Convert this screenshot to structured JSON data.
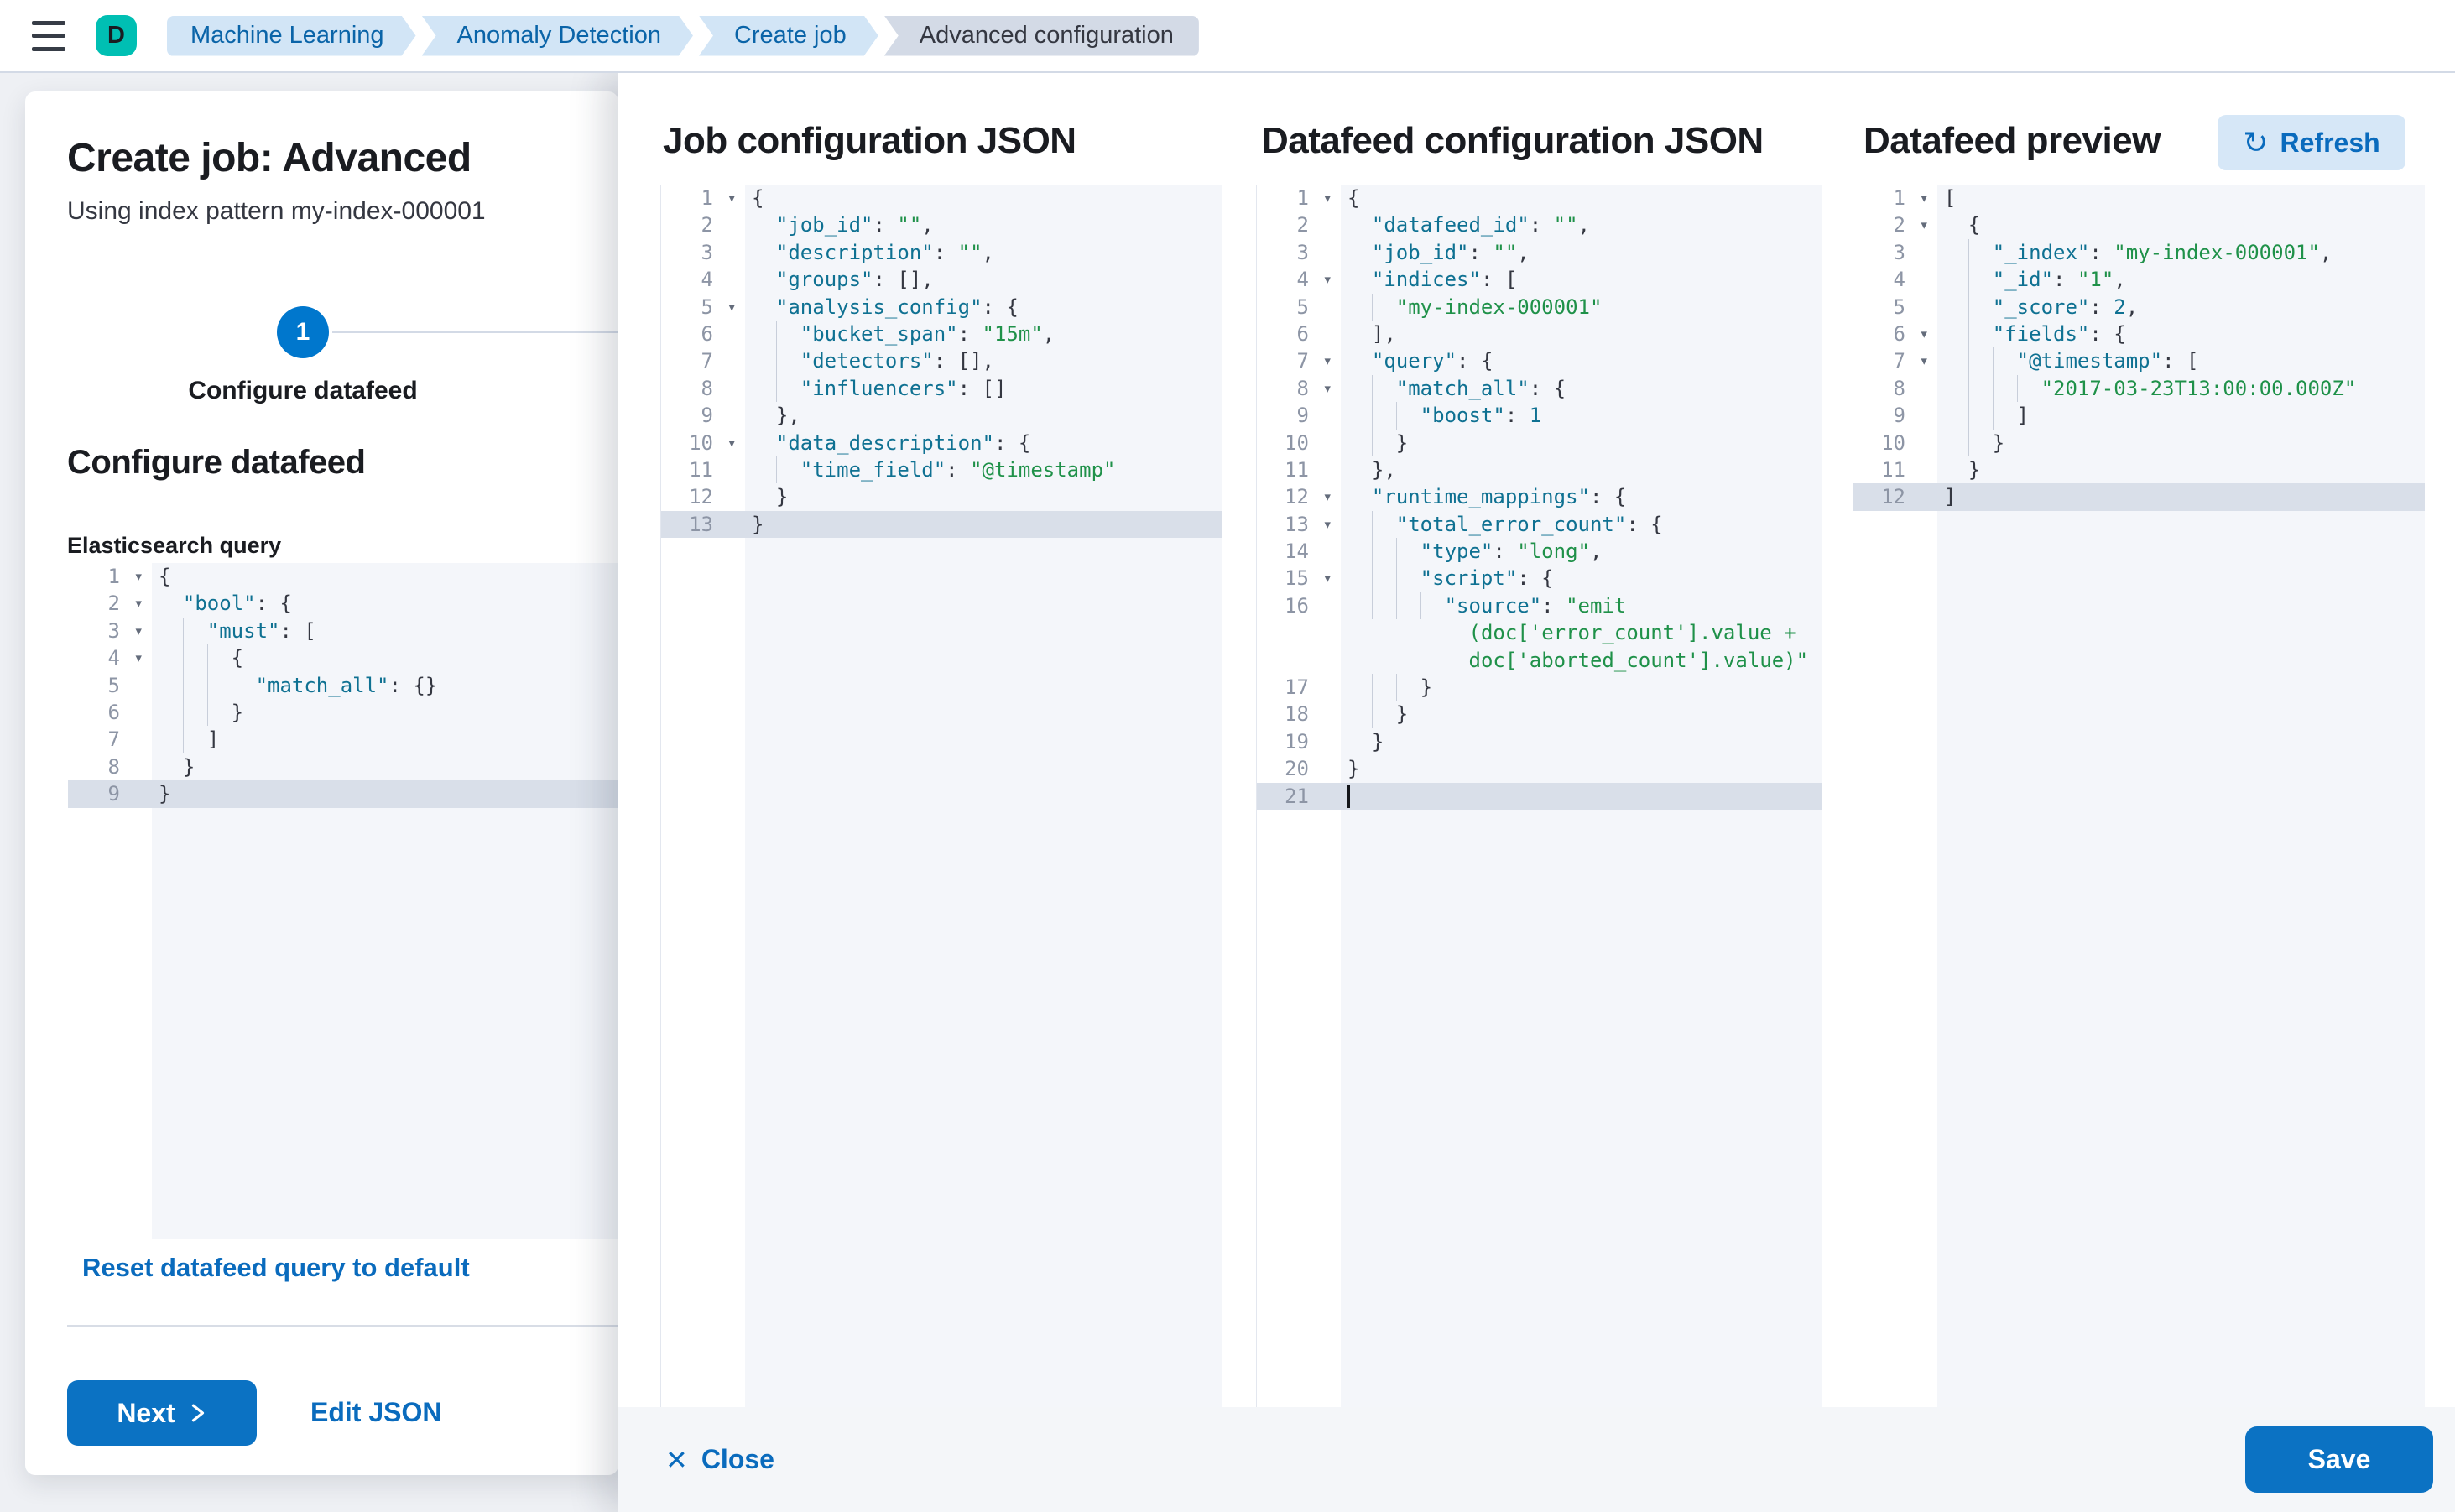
{
  "topbar": {
    "avatar": "D",
    "breadcrumbs": [
      {
        "label": "Machine Learning",
        "current": false
      },
      {
        "label": "Anomaly Detection",
        "current": false
      },
      {
        "label": "Create job",
        "current": false
      },
      {
        "label": "Advanced configuration",
        "current": true
      }
    ]
  },
  "wizard": {
    "title": "Create job: Advanced",
    "subtitle": "Using index pattern my-index-000001",
    "step_number": "1",
    "step_label": "Configure datafeed",
    "section_heading": "Configure datafeed",
    "query_label": "Elasticsearch query",
    "reset_link": "Reset datafeed query to default",
    "next_label": "Next",
    "edit_json_label": "Edit JSON"
  },
  "panels": {
    "job": {
      "title": "Job configuration JSON"
    },
    "datafeed": {
      "title": "Datafeed configuration JSON"
    },
    "preview": {
      "title": "Datafeed preview",
      "refresh_label": "Refresh"
    }
  },
  "footer": {
    "close_label": "Close",
    "save_label": "Save"
  },
  "icons": {
    "refresh": "↻",
    "close": "✕",
    "fold_arrow": "▾",
    "menu": "hamburger-menu",
    "next_chevron": "chevron-right"
  },
  "colors": {
    "accent_blue": "#0b72c3",
    "link_blue": "#0a6bbd",
    "step_circle": "#0077cd",
    "avatar_teal": "#00bfb3",
    "breadcrumb_bg": "#d2e5f6",
    "breadcrumb_current_bg": "#d3dae6",
    "editor_bg": "#f4f6fa",
    "active_line": "#d9dfe9",
    "code_key": "#0f7192",
    "code_string": "#1f9149",
    "code_number": "#0f7192",
    "code_punct": "#343741"
  },
  "editors": {
    "es_query": {
      "active": 9,
      "rows": [
        {
          "n": 1,
          "f": 1,
          "t": "{"
        },
        {
          "n": 2,
          "f": 1,
          "t": "  \"bool\": {"
        },
        {
          "n": 3,
          "f": 1,
          "t": "    \"must\": ["
        },
        {
          "n": 4,
          "f": 1,
          "t": "      {"
        },
        {
          "n": 5,
          "t": "        \"match_all\": {}"
        },
        {
          "n": 6,
          "t": "      }"
        },
        {
          "n": 7,
          "t": "    ]"
        },
        {
          "n": 8,
          "t": "  }"
        },
        {
          "n": 9,
          "t": "}"
        }
      ]
    },
    "job_config": {
      "active": 13,
      "rows": [
        {
          "n": 1,
          "f": 1,
          "t": "{"
        },
        {
          "n": 2,
          "t": "  \"job_id\": \"\","
        },
        {
          "n": 3,
          "t": "  \"description\": \"\","
        },
        {
          "n": 4,
          "t": "  \"groups\": [],"
        },
        {
          "n": 5,
          "f": 1,
          "t": "  \"analysis_config\": {"
        },
        {
          "n": 6,
          "t": "    \"bucket_span\": \"15m\","
        },
        {
          "n": 7,
          "t": "    \"detectors\": [],"
        },
        {
          "n": 8,
          "t": "    \"influencers\": []"
        },
        {
          "n": 9,
          "t": "  },"
        },
        {
          "n": 10,
          "f": 1,
          "t": "  \"data_description\": {"
        },
        {
          "n": 11,
          "t": "    \"time_field\": \"@timestamp\""
        },
        {
          "n": 12,
          "t": "  }"
        },
        {
          "n": 13,
          "t": "}"
        }
      ]
    },
    "datafeed_config": {
      "active": 21,
      "rows": [
        {
          "n": 1,
          "f": 1,
          "t": "{"
        },
        {
          "n": 2,
          "t": "  \"datafeed_id\": \"\","
        },
        {
          "n": 3,
          "t": "  \"job_id\": \"\","
        },
        {
          "n": 4,
          "f": 1,
          "t": "  \"indices\": ["
        },
        {
          "n": 5,
          "t": "    \"my-index-000001\""
        },
        {
          "n": 6,
          "t": "  ],"
        },
        {
          "n": 7,
          "f": 1,
          "t": "  \"query\": {"
        },
        {
          "n": 8,
          "f": 1,
          "t": "    \"match_all\": {"
        },
        {
          "n": 9,
          "t": "      \"boost\": 1"
        },
        {
          "n": 10,
          "t": "    }"
        },
        {
          "n": 11,
          "t": "  },"
        },
        {
          "n": 12,
          "f": 1,
          "t": "  \"runtime_mappings\": {"
        },
        {
          "n": 13,
          "f": 1,
          "t": "    \"total_error_count\": {"
        },
        {
          "n": 14,
          "t": "      \"type\": \"long\","
        },
        {
          "n": 15,
          "f": 1,
          "t": "      \"script\": {"
        },
        {
          "n": 16,
          "t": "        \"source\": \"emit"
        },
        {
          "cont": true,
          "t": "          (doc['error_count'].value +"
        },
        {
          "cont": true,
          "t": "          doc['aborted_count'].value)\""
        },
        {
          "n": 17,
          "t": "      }"
        },
        {
          "n": 18,
          "t": "    }"
        },
        {
          "n": 19,
          "t": "  }"
        },
        {
          "n": 20,
          "t": "}"
        },
        {
          "n": 21,
          "t": "",
          "cursor": true
        }
      ]
    },
    "preview": {
      "active": 12,
      "rows": [
        {
          "n": 1,
          "f": 1,
          "t": "["
        },
        {
          "n": 2,
          "f": 1,
          "t": "  {"
        },
        {
          "n": 3,
          "t": "    \"_index\": \"my-index-000001\","
        },
        {
          "n": 4,
          "t": "    \"_id\": \"1\","
        },
        {
          "n": 5,
          "t": "    \"_score\": 2,"
        },
        {
          "n": 6,
          "f": 1,
          "t": "    \"fields\": {"
        },
        {
          "n": 7,
          "f": 1,
          "t": "      \"@timestamp\": ["
        },
        {
          "n": 8,
          "t": "        \"2017-03-23T13:00:00.000Z\""
        },
        {
          "n": 9,
          "t": "      ]"
        },
        {
          "n": 10,
          "t": "    }"
        },
        {
          "n": 11,
          "t": "  }"
        },
        {
          "n": 12,
          "t": "]"
        }
      ]
    }
  }
}
